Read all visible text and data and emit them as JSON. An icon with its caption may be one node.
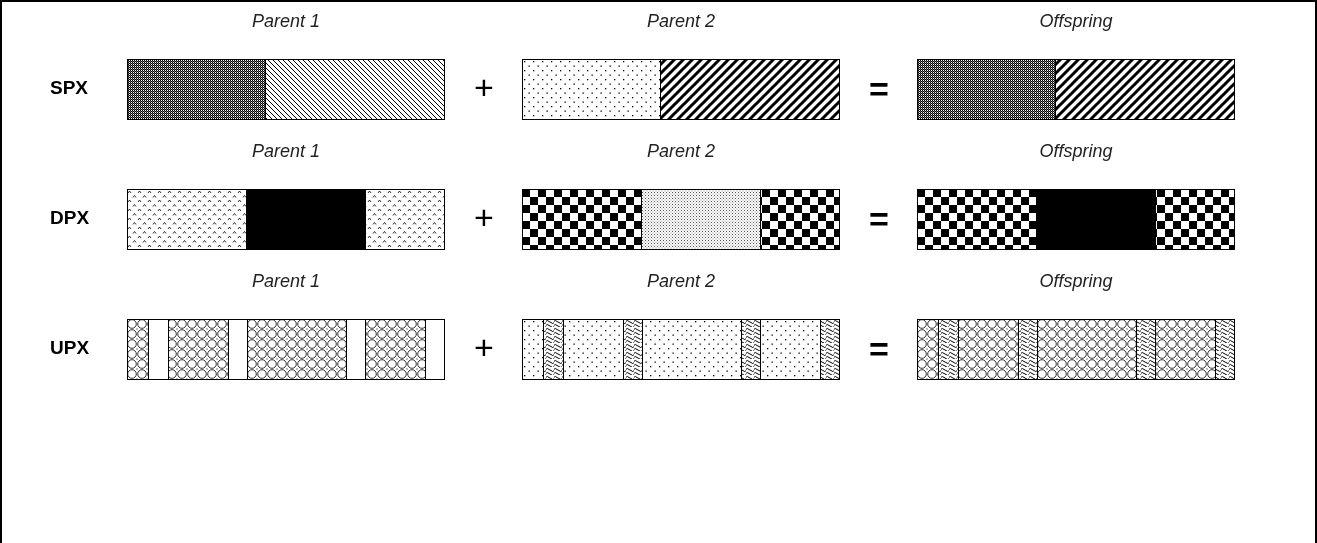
{
  "diagram": {
    "labels": [
      "Parent 1",
      "Parent 2",
      "Offspring",
      "SPX",
      "+",
      "=",
      "Parent 1",
      "Parent 2",
      "Offspring",
      "DPX",
      "+",
      "=",
      "Parent 1",
      "Parent 2",
      "Offspring",
      "UPX",
      "+",
      "="
    ]
  }
}
